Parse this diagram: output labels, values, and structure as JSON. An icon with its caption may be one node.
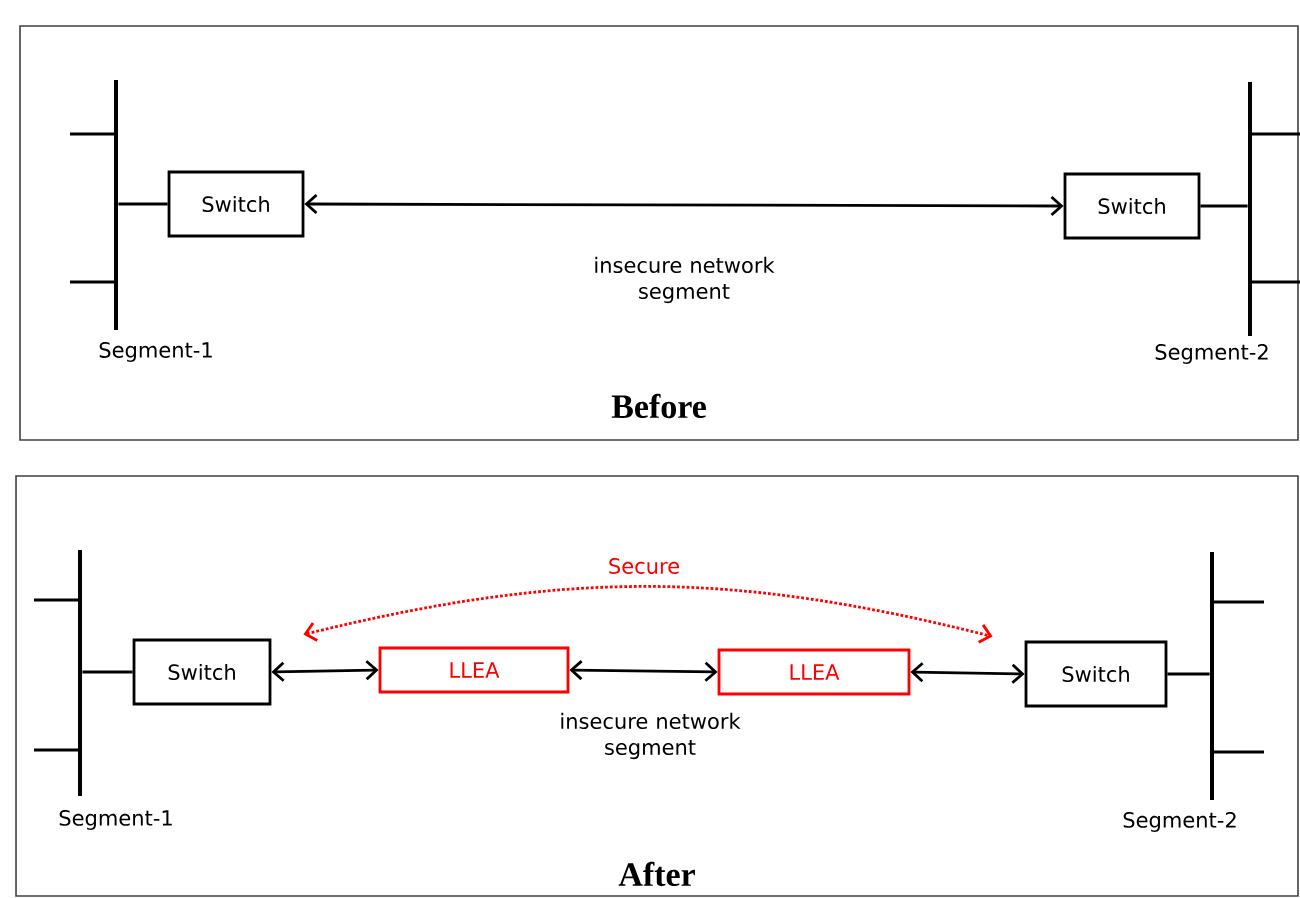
{
  "diagram": {
    "nodes": [
      {
        "text": [
          "Before"
        ]
      },
      {
        "text": [],
        "shape": "bar",
        "beside": [
          "Segment-1"
        ],
        "in": 0
      },
      {
        "text": [
          "Switch"
        ],
        "in": 0
      },
      {
        "text": [
          "Switch"
        ],
        "in": 0
      },
      {
        "text": [],
        "shape": "bar",
        "beside": [
          "Segment-2"
        ],
        "in": 0
      },
      {
        "text": [
          "After"
        ]
      },
      {
        "text": [],
        "shape": "bar",
        "beside": [
          "Segment-1"
        ],
        "in": 5
      },
      {
        "text": [
          "Switch"
        ],
        "in": 5
      },
      {
        "text": [
          "LLEA"
        ],
        "in": 5
      },
      {
        "text": [
          "LLEA"
        ],
        "in": 5
      },
      {
        "text": [
          "Switch"
        ],
        "in": 5
      },
      {
        "text": [],
        "shape": "bar",
        "beside": [
          "Segment-2"
        ],
        "in": 5
      }
    ],
    "edges": [
      {
        "from": 1,
        "to": 2,
        "arrow": "none"
      },
      {
        "from": 2,
        "to": 3,
        "arrow": "both",
        "label": "insecure network segment"
      },
      {
        "from": 3,
        "to": 4,
        "arrow": "none"
      },
      {
        "from": 6,
        "to": 7,
        "arrow": "none"
      },
      {
        "from": 7,
        "to": 8,
        "arrow": "both"
      },
      {
        "from": 8,
        "to": 9,
        "arrow": "both",
        "label": "insecure network segment"
      },
      {
        "from": 9,
        "to": 10,
        "arrow": "both"
      },
      {
        "from": 10,
        "to": 11,
        "arrow": "none"
      },
      {
        "from": 7,
        "to": 10,
        "arrow": "both",
        "label": "Secure",
        "style": "dashed",
        "color": "#ff0000"
      }
    ]
  }
}
